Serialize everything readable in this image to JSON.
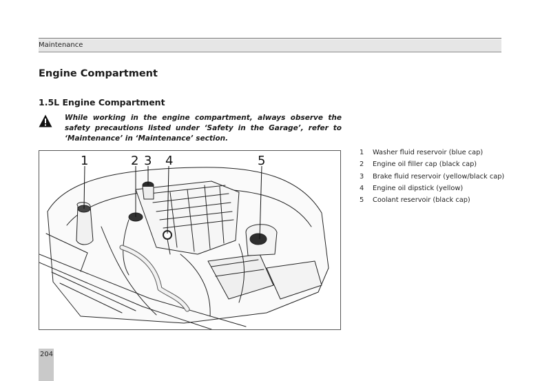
{
  "header": {
    "section": "Maintenance"
  },
  "page": {
    "title": "Engine Compartment",
    "subtitle": "1.5L Engine Compartment",
    "warning": "While working in the engine compartment, always observe the safety precautions listed under ‘Safety in the Garage’, refer to ‘Maintenance’ in ‘Maintenance’ section.",
    "page_number": "204"
  },
  "figure": {
    "callouts": [
      "1",
      "2",
      "3",
      "4",
      "5"
    ]
  },
  "legend": [
    {
      "num": "1",
      "text": "Washer fluid reservoir (blue cap)"
    },
    {
      "num": "2",
      "text": "Engine oil filler cap (black cap)"
    },
    {
      "num": "3",
      "text": "Brake fluid reservoir (yellow/black cap)"
    },
    {
      "num": "4",
      "text": "Engine oil dipstick (yellow)"
    },
    {
      "num": "5",
      "text": "Coolant reservoir (black cap)"
    }
  ],
  "icons": {
    "warning": "warning-triangle-icon"
  }
}
